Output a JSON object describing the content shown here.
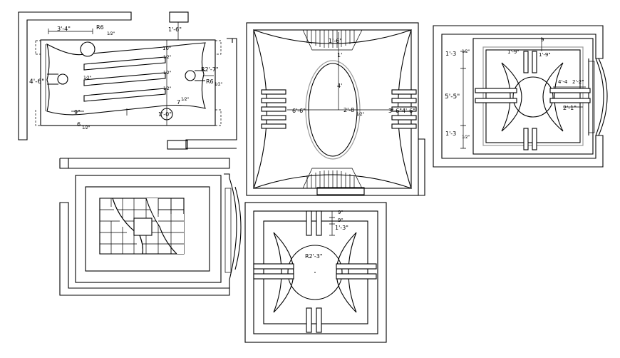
{
  "drawing": {
    "background": "#ffffff",
    "line_color": "#000000",
    "accent_line_color": "#9a9a9a"
  },
  "panel_a": {
    "dim_top_left": "3'-4\"",
    "radius_top": "R6",
    "frac_top": "1⁄2\"",
    "dim_top": "1'-6\"",
    "dim_ten": "10\"",
    "frac_rows": [
      "1⁄2\"",
      "1⁄2\"",
      "1⁄2\"",
      "1⁄2\""
    ],
    "radius_right": "R2'-7\"",
    "radius_right_small": "R6",
    "frac_right": "1⁄2\"",
    "dim_left": "4'-6\"",
    "dim_nine": "9\"",
    "dim_bottom_left": "6",
    "frac_bottom_left": "1⁄2\"",
    "dim_bottom_center": "1'-0\"",
    "dim_seven": "7",
    "frac_seven": "1⁄2\""
  },
  "panel_b": {
    "dim_top": "1'-6\"",
    "dim_one": "1'",
    "dim_four": "4'",
    "dim_left": "6'-6\"",
    "dim_center": "2'-8",
    "frac_center": "1⁄2\"",
    "dim_right": "3'-6\"4'-6\""
  },
  "panel_c": {
    "dim_left_top": "1'-3",
    "frac_left_top": "1⁄2\"",
    "dim_top_a": "1'-9\"",
    "dim_top_b": "1'-9\"",
    "dim_small": "9",
    "dim_left_mid": "5'-5\"",
    "dim_left_bottom": "1'-3",
    "frac_left_bottom": "1⁄2\"",
    "dim_right_row": "4'-4",
    "dim_right_row_b": "2'-2\"",
    "dim_right_mid": "2'-1\""
  },
  "panel_e": {
    "dim_nine_a": "9\"",
    "dim_nine_b": "9\"",
    "dim_one_three": "1'-3\"",
    "radius_center": "R2'-3\""
  }
}
